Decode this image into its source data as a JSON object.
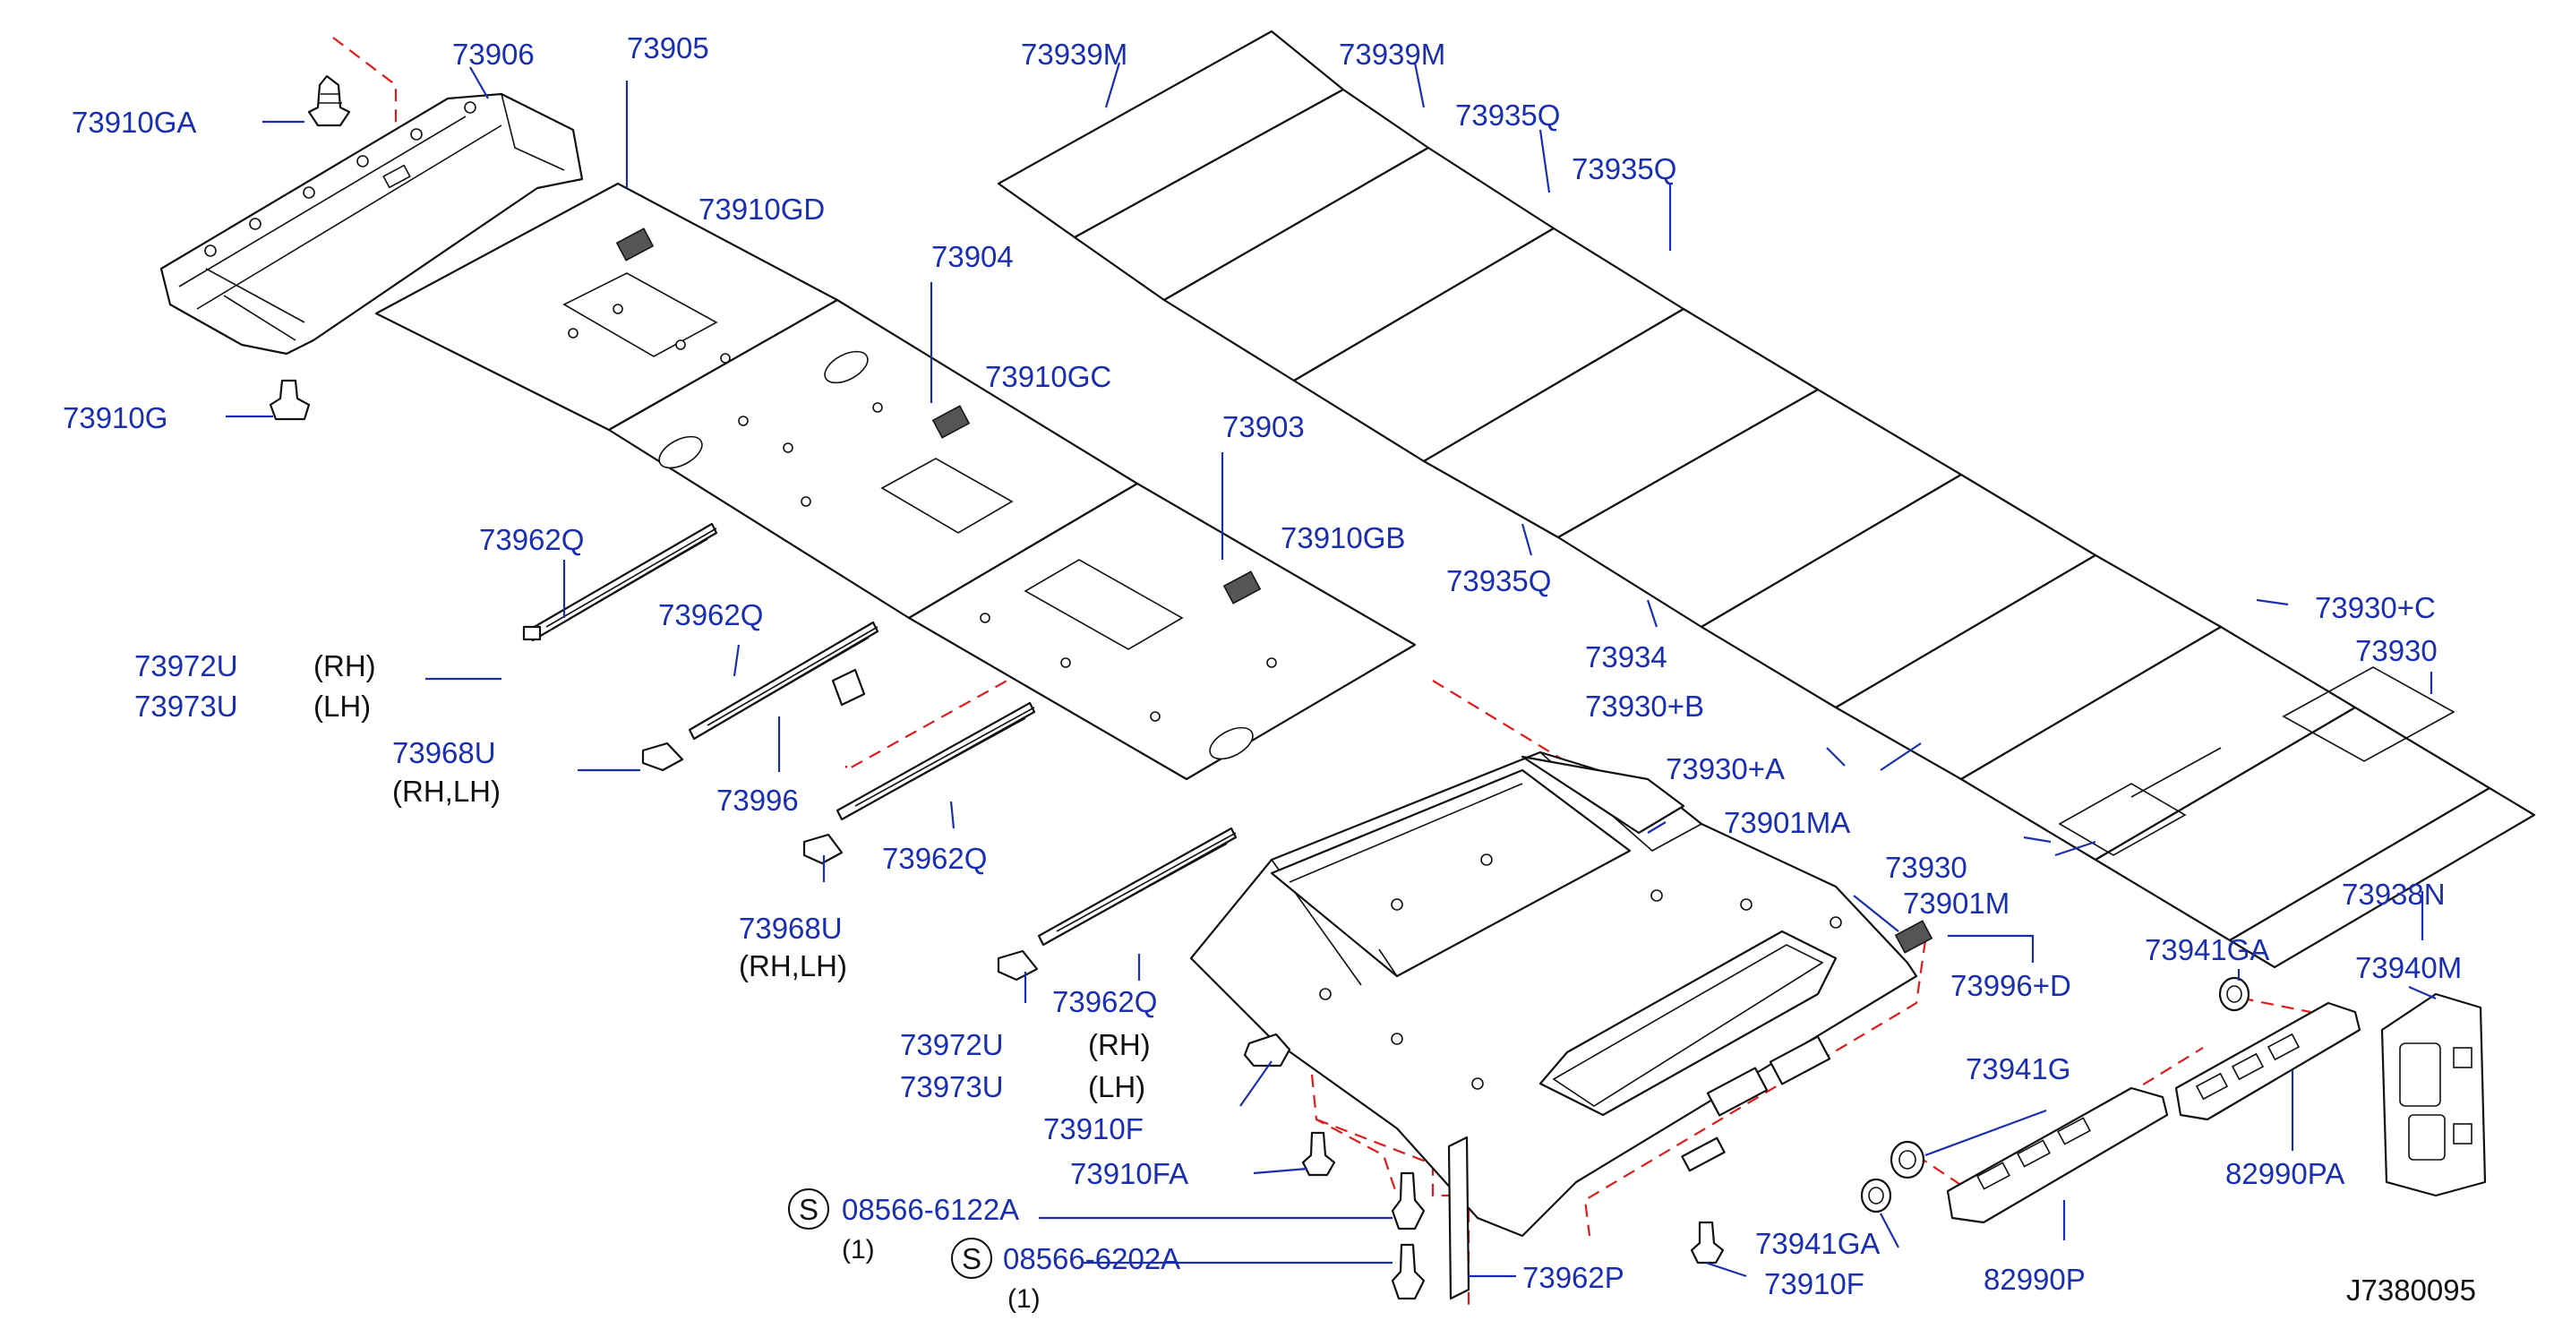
{
  "diagram_id": "J7380095",
  "labels": {
    "l73906": "73906",
    "l73905": "73905",
    "l73910GA": "73910GA",
    "l73910GD": "73910GD",
    "l73910G": "73910G",
    "l73904": "73904",
    "l73910GC": "73910GC",
    "l73903": "73903",
    "l73910GB": "73910GB",
    "l73962Q_1": "73962Q",
    "l73962Q_2": "73962Q",
    "l73962Q_3": "73962Q",
    "l73962Q_4": "73962Q",
    "l73962P": "73962P",
    "l73972U_a": "73972U",
    "l73973U_a": "73973U",
    "rh_a": "(RH)",
    "lh_a": "(LH)",
    "l73968U_1": "73968U",
    "rhlh_1": "(RH,LH)",
    "l73968U_2": "73968U",
    "rhlh_2": "(RH,LH)",
    "l73996": "73996",
    "l73972U_b": "73972U",
    "rh_b": "(RH)",
    "l73973U_b": "73973U",
    "lh_b": "(LH)",
    "l73910F_1": "73910F",
    "l73910FA": "73910FA",
    "s1_code": "08566-6122A",
    "s1_qty": "(1)",
    "s2_code": "08566-6202A",
    "s2_qty": "(1)",
    "s_mark": "S",
    "l73939M_1": "73939M",
    "l73939M_2": "73939M",
    "l73935Q_1": "73935Q",
    "l73935Q_2": "73935Q",
    "l73935Q_3": "73935Q",
    "l73934": "73934",
    "l73930B": "73930+B",
    "l73930A": "73930+A",
    "l73930C": "73930+C",
    "l73930_1": "73930",
    "l73930_2": "73930",
    "l73938N": "73938N",
    "l73901MA": "73901MA",
    "l73901M": "73901M",
    "l73996D": "73996+D",
    "l73941GA_1": "73941GA",
    "l73941G": "73941G",
    "l73941GA_2": "73941GA",
    "l73910F_2": "73910F",
    "l73940M": "73940M",
    "l82990PA": "82990PA",
    "l82990P": "82990P"
  },
  "colors": {
    "label": "#1a2fb0",
    "linework": "#111111",
    "dashed_guide": "#e01a1a"
  }
}
